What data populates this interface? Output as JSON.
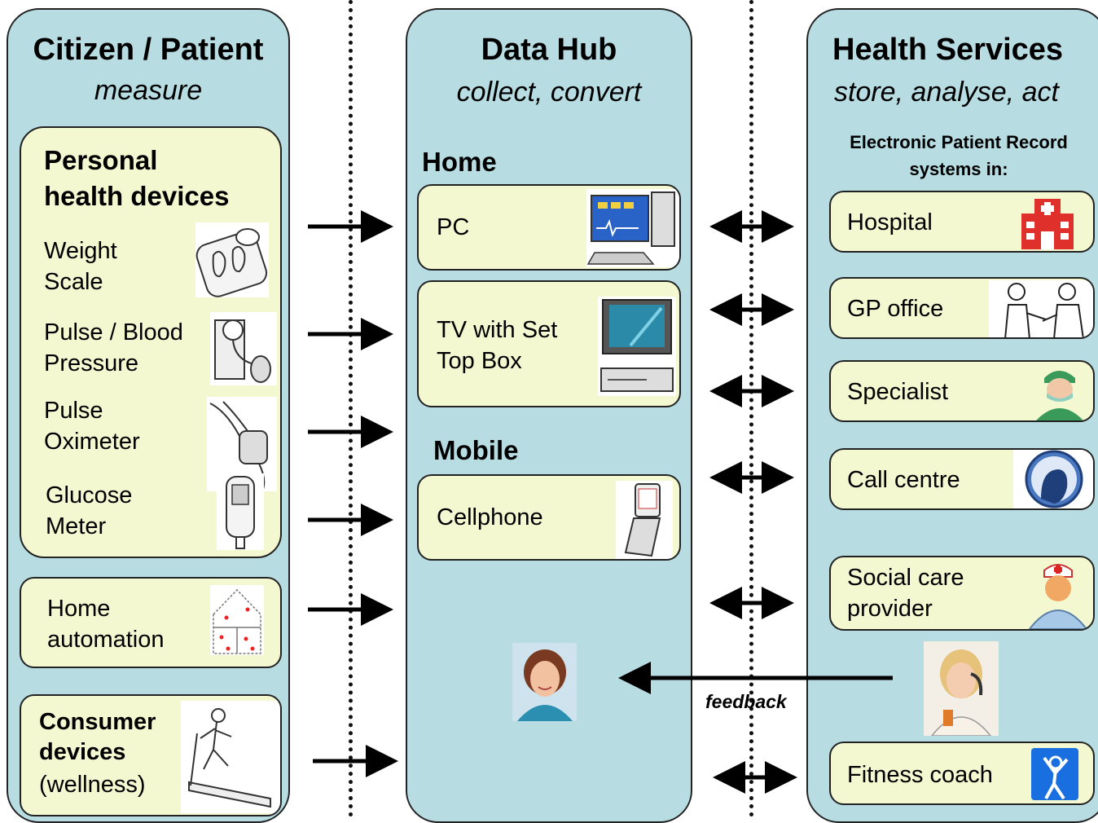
{
  "citizen": {
    "title": "Citizen / Patient",
    "subtitle": "measure",
    "personal_heading": "Personal\nhealth devices",
    "devices": [
      {
        "label": "Weight\nScale",
        "icon": "weight-scale-icon"
      },
      {
        "label": "Pulse / Blood\nPressure",
        "icon": "blood-pressure-cuff-icon"
      },
      {
        "label": "Pulse\nOximeter",
        "icon": "pulse-oximeter-icon"
      },
      {
        "label": "Glucose\nMeter",
        "icon": "glucose-meter-icon"
      }
    ],
    "home_automation": "Home\nautomation",
    "consumer_heading": "Consumer\ndevices",
    "consumer_sub": "(wellness)"
  },
  "hub": {
    "title": "Data Hub",
    "subtitle": "collect, convert",
    "home_heading": "Home",
    "pc": "PC",
    "tv": "TV with Set\nTop Box",
    "mobile_heading": "Mobile",
    "cellphone": "Cellphone"
  },
  "services": {
    "title": "Health Services",
    "subtitle": "store, analyse, act",
    "epr_heading": "Electronic Patient Record\nsystems in:",
    "items": [
      {
        "label": "Hospital",
        "icon": "hospital-icon"
      },
      {
        "label": "GP office",
        "icon": "doctor-patient-icon"
      },
      {
        "label": "Specialist",
        "icon": "surgeon-icon"
      },
      {
        "label": "Call centre",
        "icon": "call-centre-icon"
      },
      {
        "label": "Social care\nprovider",
        "icon": "nurse-icon"
      },
      {
        "label": "Fitness coach",
        "icon": "fitness-icon"
      }
    ]
  },
  "feedback": "feedback",
  "colors": {
    "panel": "#b7dde3",
    "box": "#f3f8d0",
    "hospital": "#e0302b",
    "fitness": "#1a6fe0"
  }
}
